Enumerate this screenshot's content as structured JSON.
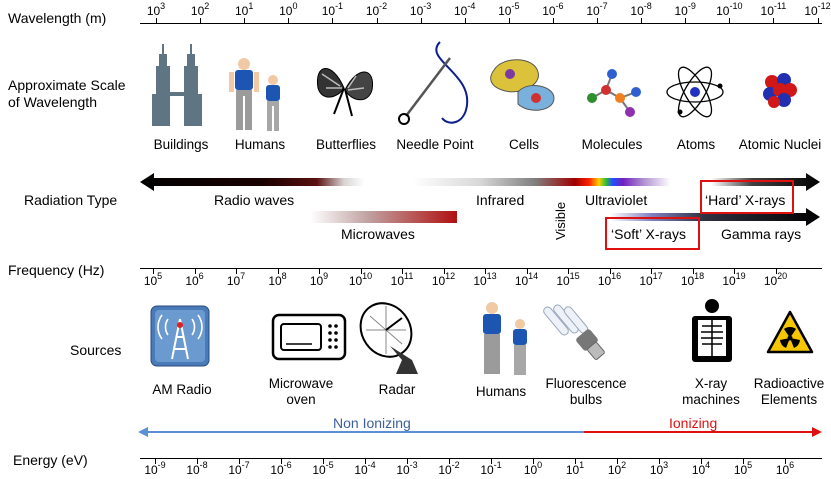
{
  "rows": {
    "wavelength": "Wavelength (m)",
    "scale_line1": "Approximate Scale",
    "scale_line2": "of Wavelength",
    "radiation": "Radiation Type",
    "frequency": "Frequency (Hz)",
    "sources": "Sources",
    "energy": "Energy (eV)"
  },
  "wavelength_ticks": [
    {
      "base": "10",
      "exp": "3"
    },
    {
      "base": "10",
      "exp": "2"
    },
    {
      "base": "10",
      "exp": "1"
    },
    {
      "base": "10",
      "exp": "0"
    },
    {
      "base": "10",
      "exp": "-1"
    },
    {
      "base": "10",
      "exp": "-2"
    },
    {
      "base": "10",
      "exp": "-3"
    },
    {
      "base": "10",
      "exp": "-4"
    },
    {
      "base": "10",
      "exp": "-5"
    },
    {
      "base": "10",
      "exp": "-6"
    },
    {
      "base": "10",
      "exp": "-7"
    },
    {
      "base": "10",
      "exp": "-8"
    },
    {
      "base": "10",
      "exp": "-9"
    },
    {
      "base": "10",
      "exp": "-10"
    },
    {
      "base": "10",
      "exp": "-11"
    },
    {
      "base": "10",
      "exp": "-12"
    }
  ],
  "scale_items": [
    "Buildings",
    "Humans",
    "Butterflies",
    "Needle Point",
    "Cells",
    "Molecules",
    "Atoms",
    "Atomic Nuclei"
  ],
  "radiation": {
    "radio": "Radio waves",
    "infrared": "Infrared",
    "visible": "Visible",
    "ultraviolet": "Ultraviolet",
    "hard_xrays": "‘Hard’ X-rays",
    "microwaves": "Microwaves",
    "soft_xrays": "‘Soft’ X-rays",
    "gamma": "Gamma rays"
  },
  "frequency_ticks": [
    {
      "base": "10",
      "exp": "5"
    },
    {
      "base": "10",
      "exp": "6"
    },
    {
      "base": "10",
      "exp": "7"
    },
    {
      "base": "10",
      "exp": "8"
    },
    {
      "base": "10",
      "exp": "9"
    },
    {
      "base": "10",
      "exp": "10"
    },
    {
      "base": "10",
      "exp": "11"
    },
    {
      "base": "10",
      "exp": "12"
    },
    {
      "base": "10",
      "exp": "13"
    },
    {
      "base": "10",
      "exp": "14"
    },
    {
      "base": "10",
      "exp": "15"
    },
    {
      "base": "10",
      "exp": "16"
    },
    {
      "base": "10",
      "exp": "17"
    },
    {
      "base": "10",
      "exp": "18"
    },
    {
      "base": "10",
      "exp": "19"
    },
    {
      "base": "10",
      "exp": "20"
    }
  ],
  "sources": {
    "am_radio": "AM Radio",
    "microwave_1": "Microwave",
    "microwave_2": "oven",
    "radar": "Radar",
    "humans": "Humans",
    "fluor_1": "Fluorescence",
    "fluor_2": "bulbs",
    "xray_1": "X-ray",
    "xray_2": "machines",
    "radioactive_1": "Radioactive",
    "radioactive_2": "Elements"
  },
  "ionizing": {
    "non": "Non Ionizing",
    "ion": "Ionizing",
    "non_color": "#5b8fd6",
    "ion_color": "#e01010"
  },
  "energy_ticks": [
    {
      "base": "10",
      "exp": "-9"
    },
    {
      "base": "10",
      "exp": "-8"
    },
    {
      "base": "10",
      "exp": "-7"
    },
    {
      "base": "10",
      "exp": "-6"
    },
    {
      "base": "10",
      "exp": "-5"
    },
    {
      "base": "10",
      "exp": "-4"
    },
    {
      "base": "10",
      "exp": "-3"
    },
    {
      "base": "10",
      "exp": "-2"
    },
    {
      "base": "10",
      "exp": "-1"
    },
    {
      "base": "10",
      "exp": "0"
    },
    {
      "base": "10",
      "exp": "1"
    },
    {
      "base": "10",
      "exp": "2"
    },
    {
      "base": "10",
      "exp": "3"
    },
    {
      "base": "10",
      "exp": "4"
    },
    {
      "base": "10",
      "exp": "5"
    },
    {
      "base": "10",
      "exp": "6"
    }
  ],
  "colors": {
    "highlight_box": "#e01010"
  }
}
